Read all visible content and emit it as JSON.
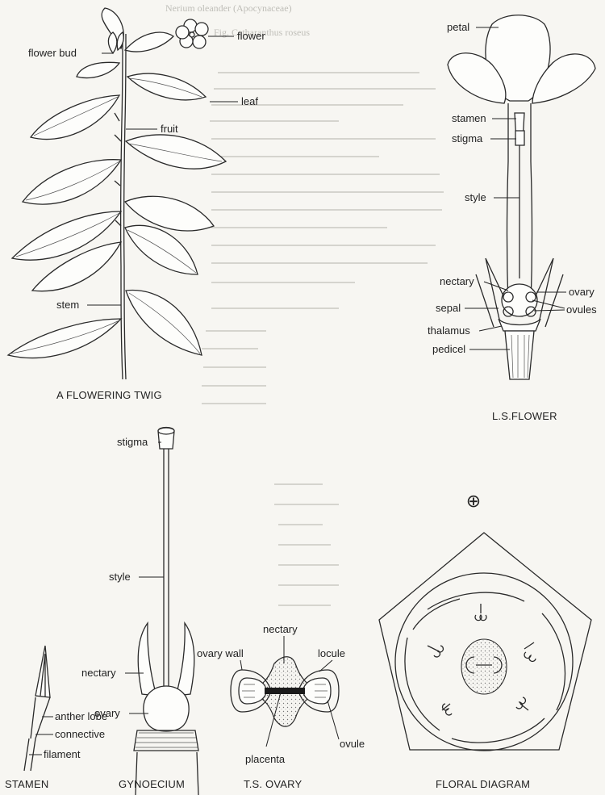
{
  "background_text": [
    "Nerium oleander (Apocynaceae)",
    "Fig. Catharanthus roseus"
  ],
  "panels": {
    "twig": {
      "caption": "A FLOWERING TWIG",
      "labels": {
        "flower_bud": "flower bud",
        "flower": "flower",
        "leaf": "leaf",
        "fruit": "fruit",
        "stem": "stem"
      }
    },
    "ls_flower": {
      "caption": "L.S.FLOWER",
      "labels": {
        "petal": "petal",
        "stamen": "stamen",
        "stigma": "stigma",
        "style": "style",
        "nectary": "nectary",
        "ovary": "ovary",
        "sepal": "sepal",
        "ovules": "ovules",
        "thalamus": "thalamus",
        "pedicel": "pedicel"
      }
    },
    "gynoecium": {
      "caption": "GYNOECIUM",
      "labels": {
        "stigma": "stigma",
        "style": "style",
        "nectary": "nectary",
        "ovary": "ovary"
      }
    },
    "stamen": {
      "caption": "STAMEN",
      "labels": {
        "anther_lobe": "anther lobe",
        "connective": "connective",
        "filament": "filament"
      }
    },
    "ts_ovary": {
      "caption": "T.S. OVARY",
      "labels": {
        "nectary": "nectary",
        "ovary_wall": "ovary wall",
        "locule": "locule",
        "placenta": "placenta",
        "ovule": "ovule"
      }
    },
    "floral_diagram": {
      "caption": "FLORAL DIAGRAM",
      "symbol": "⊕"
    }
  }
}
